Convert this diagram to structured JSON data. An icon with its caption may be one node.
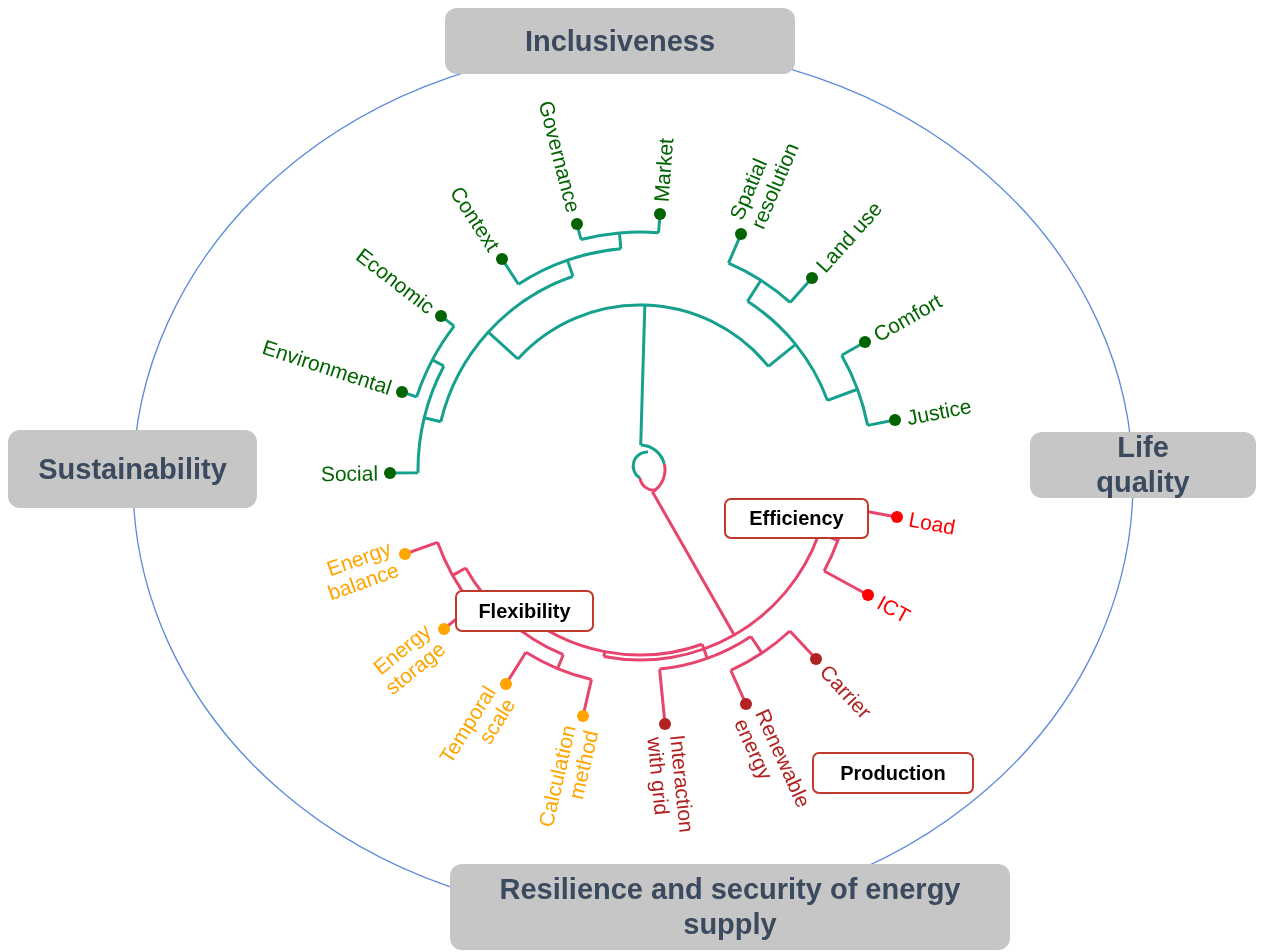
{
  "diagram": {
    "nodes": [
      {
        "text": [
          "Inclusiveness"
        ]
      },
      {
        "text": [
          "Sustainability"
        ]
      },
      {
        "text": [
          "Life quality"
        ]
      },
      {
        "text": [
          "Resilience and security of energy supply"
        ]
      },
      {
        "text": [
          "Efficiency"
        ]
      },
      {
        "text": [
          "Flexibility"
        ]
      },
      {
        "text": [
          "Production"
        ]
      },
      {
        "text": [
          "Social"
        ]
      },
      {
        "text": [
          "Environmental"
        ]
      },
      {
        "text": [
          "Economic"
        ]
      },
      {
        "text": [
          "Context"
        ]
      },
      {
        "text": [
          "Governance"
        ]
      },
      {
        "text": [
          "Market"
        ]
      },
      {
        "text": [
          "Spatial resolution"
        ]
      },
      {
        "text": [
          "Land use"
        ]
      },
      {
        "text": [
          "Comfort"
        ]
      },
      {
        "text": [
          "Justice"
        ]
      },
      {
        "text": [
          "Load"
        ]
      },
      {
        "text": [
          "ICT"
        ]
      },
      {
        "text": [
          "Carrier"
        ]
      },
      {
        "text": [
          "Renewable energy"
        ]
      },
      {
        "text": [
          "Interaction with grid"
        ]
      },
      {
        "text": [
          "Calculation method"
        ]
      },
      {
        "text": [
          "Temporal scale"
        ]
      },
      {
        "text": [
          "Energy storage"
        ]
      },
      {
        "text": [
          "Energy balance"
        ]
      }
    ]
  }
}
